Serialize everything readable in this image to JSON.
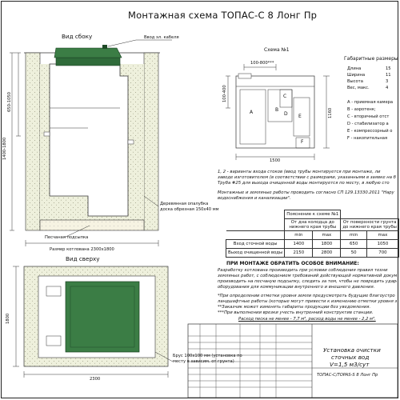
{
  "title": "Монтажная схема ТОПАС-С 8 Лонг Пр",
  "side_view": {
    "label": "Вид сбоку",
    "cable_inlet": "Ввод эл. кабеля",
    "dim_depth": "1400-1800",
    "dim_inlet": "650-1050",
    "formwork": [
      "Деревянная опалубка",
      "доска обрезная 150х40 мм"
    ],
    "sand_bed": "Песчаная подсыпка",
    "pit_size": "Размер котлована 2300х1800"
  },
  "top_view": {
    "label": "Вид сверху",
    "dim_width": "2300",
    "dim_height": "1800",
    "beam": [
      "Брус 100х100 мм (установка по",
      "месту в зависим. от грунта)"
    ]
  },
  "scheme": {
    "label": "Схема №1",
    "dim_inlet": "100-800***",
    "dim_left": "100-400",
    "dim_height": "1160",
    "dim_length": "1500",
    "letters": [
      "A",
      "B",
      "C",
      "D",
      "E",
      "F"
    ]
  },
  "dimensions": {
    "heading": "Габаритные размеры",
    "rows": [
      {
        "label": "Длина",
        "value": "15"
      },
      {
        "label": "Ширина",
        "value": "11"
      },
      {
        "label": "Высота",
        "value": "3"
      },
      {
        "label": "Вес, макс.",
        "value": "4"
      }
    ]
  },
  "legend_items": [
    "A - приемная камера",
    "B - аэротенк;",
    "C - вторичный отст",
    "D - стабилизатор а",
    "E - компрессорный о",
    "F - накопительная"
  ],
  "notes": [
    "1, 2 - варианты входа стоков (ввод трубы монтируется при монтаже, ли",
    "заводе изготовителем (в соответствии с размерами, указанными в заявке на б",
    "Труба #25 для выхода очищенной воды монтируется по месту, в любую сто"
  ],
  "snip_note": [
    "Монтажные и земляные работы проводить согласно СП 129.13330.2011 \"Нару",
    "водоснабжения и канализации\"."
  ],
  "table": {
    "caption": "Пояснение к схеме №1",
    "col_a": [
      "От дна колодца до",
      "нижнего края трубы"
    ],
    "col_b": [
      "От поверхности грунта",
      "до нижнего края трубы"
    ],
    "sub": [
      "min",
      "max",
      "min",
      "max"
    ],
    "rows": [
      {
        "label": "Вход сточной воды",
        "values": [
          "1400",
          "1800",
          "650",
          "1050"
        ]
      },
      {
        "label": "Выход очищенной воды",
        "values": [
          "2150",
          "2800",
          "50",
          "700"
        ]
      }
    ]
  },
  "attention": {
    "heading": "ПРИ МОНТАЖЕ ОБРАТИТЬ ОСОБОЕ ВНИМАНИЕ:",
    "lines": [
      "Разработку котлована производить при условии соблюдения правил техни",
      "земляных работ, с соблюдением требований действующей нормативной докум",
      "производить на песчаную подсыпку, следить за тем, чтобы не повредить ударом обсыпку",
      "оборудования для коммуникации внутреннего и внешнего давления."
    ],
    "lines2": [
      "*При определении отметки уровня земли предусмотреть будущие благоустро",
      "ландшафтные работы (которые могут привести к изменению отметки уровня з",
      "**Заказчик может изменять габариты продукции без уведомления.",
      "***При выполнении врезки учесть внутренний конструктив станции."
    ],
    "sand": "Расход песка не менее - 7,7 м³, расход воды не менее - 2,2 м³."
  },
  "stamp": {
    "product": [
      "Установка очистки",
      "сточных вод",
      "V=1,5 м3/сут"
    ],
    "code": "ТОПАС-С/TOPAS-S 8 Лонг Пр"
  }
}
